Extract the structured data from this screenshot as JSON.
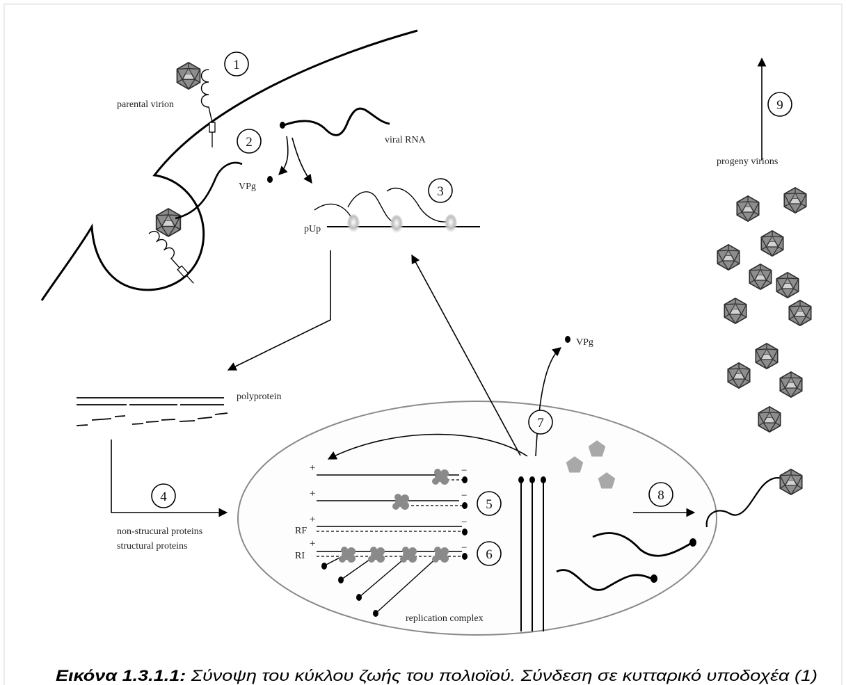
{
  "labels": {
    "parental_virion": "parental virion",
    "viral_rna": "viral RNA",
    "vpg": "VPg",
    "pup": "pUp",
    "polyprotein": "polyprotein",
    "non_structural": "non-strucural proteins",
    "structural": "structural proteins",
    "rf": "RF",
    "ri": "RI",
    "plus": "+",
    "minus": "−",
    "replication_complex": "replication complex",
    "progeny_virions": "progeny virions"
  },
  "steps": [
    "1",
    "2",
    "3",
    "4",
    "5",
    "6",
    "7",
    "8",
    "9"
  ],
  "caption": {
    "figure_label": "Εικόνα 1.3.1.1:",
    "text": " Σύνοψη του κύκλου ζωής του πολιοϊού. Σύνδεση σε κυτταρικό υποδοχέα (1)"
  },
  "colors": {
    "line": "#000000",
    "virion_fill": "#8d8d8d",
    "complex_outline": "#8a8a8a",
    "ribosome": "#8a8a8a",
    "capsid_protein": "#a8a8a8"
  },
  "icons": [
    "virion-icon",
    "ribosome-icon",
    "capsid-protein-icon",
    "vpg-dot-icon"
  ]
}
